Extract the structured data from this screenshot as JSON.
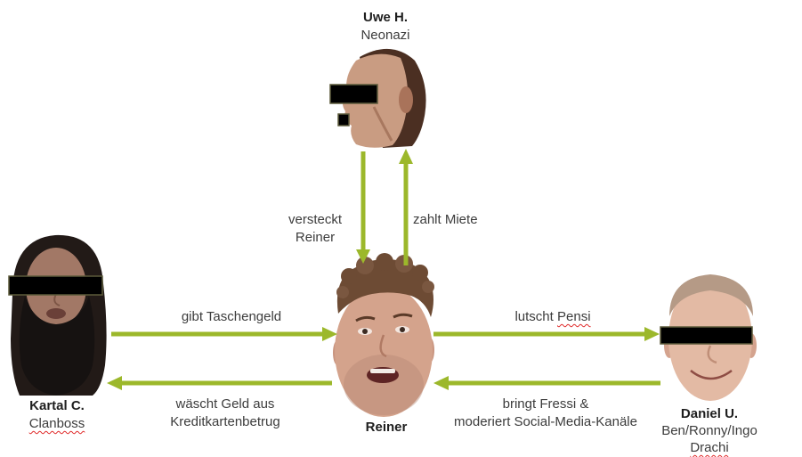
{
  "people": {
    "uwe": {
      "name": "Uwe H.",
      "role": "Neonazi"
    },
    "kartal": {
      "name": "Kartal C.",
      "role": "Clanboss"
    },
    "reiner": {
      "name": "Reiner"
    },
    "daniel": {
      "name": "Daniel U.",
      "roles": [
        "Ben/Ronny/Ingo",
        "Drachi"
      ]
    }
  },
  "relations": {
    "uwe_to_reiner": {
      "lines": [
        "versteckt",
        "Reiner"
      ]
    },
    "reiner_to_uwe": {
      "lines": [
        "zahlt Miete"
      ]
    },
    "kartal_to_reiner": {
      "lines": [
        "gibt Taschengeld"
      ]
    },
    "reiner_to_kartal": {
      "lines": [
        "wäscht Geld aus",
        "Kreditkartenbetrug"
      ]
    },
    "reiner_to_daniel": {
      "words": [
        "lutscht",
        "Pensi"
      ]
    },
    "daniel_to_reiner": {
      "lines": [
        "bringt Fressi &",
        "moderiert Social-Media-Kanäle"
      ]
    }
  },
  "colors": {
    "arrow": "#9cb82b",
    "censor_bar": "#000000",
    "spellcheck_underline": "#e02b2b",
    "label_text": "#3c3c3c",
    "name_text": "#1e1e1e"
  }
}
